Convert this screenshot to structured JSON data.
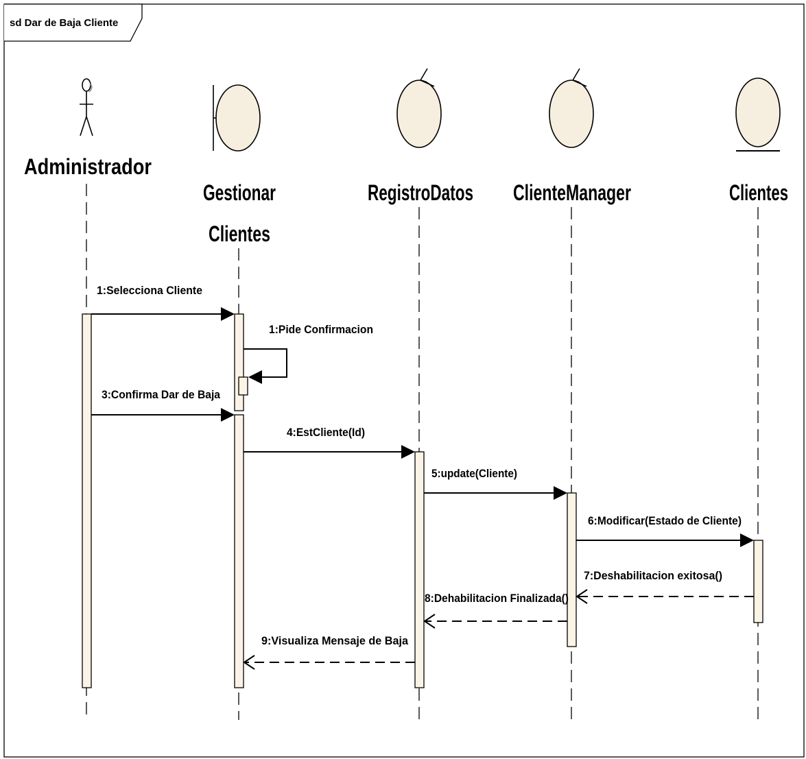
{
  "frame": {
    "title": "sd Dar de Baja Cliente"
  },
  "participants": [
    {
      "id": "administrador",
      "kind": "actor",
      "label_lines": [
        "Administrador"
      ]
    },
    {
      "id": "gestionar-clientes",
      "kind": "boundary",
      "label_lines": [
        "Gestionar",
        "Clientes"
      ]
    },
    {
      "id": "registro-datos",
      "kind": "control",
      "label_lines": [
        "RegistroDatos"
      ]
    },
    {
      "id": "cliente-manager",
      "kind": "control",
      "label_lines": [
        "ClienteManager"
      ]
    },
    {
      "id": "clientes",
      "kind": "entity",
      "label_lines": [
        "Clientes"
      ]
    }
  ],
  "messages": [
    {
      "label": "1:Selecciona Cliente",
      "type": "sync"
    },
    {
      "label": "1:Pide Confirmacion",
      "type": "self"
    },
    {
      "label": "3:Confirma Dar de Baja",
      "type": "sync"
    },
    {
      "label": "4:EstCliente(Id)",
      "type": "sync"
    },
    {
      "label": "5:update(Cliente)",
      "type": "sync"
    },
    {
      "label": "6:Modificar(Estado de Cliente)",
      "type": "sync"
    },
    {
      "label": "7:Deshabilitacion exitosa()",
      "type": "return"
    },
    {
      "label": "8:Dehabilitacion Finalizada()",
      "type": "return"
    },
    {
      "label": "9:Visualiza Mensaje de Baja",
      "type": "return"
    }
  ]
}
